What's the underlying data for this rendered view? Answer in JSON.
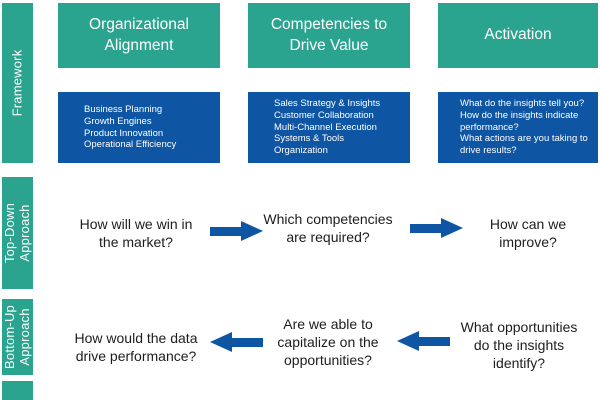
{
  "colors": {
    "teal": "#2aa38f",
    "blue": "#0e55a3",
    "question_text": "#1d1d1b",
    "panel_text": "#ffffff",
    "background": "#ffffff"
  },
  "sidebar": {
    "framework_label": "Framework",
    "top_down_label": "Top-Down\nApproach",
    "bottom_up_label": "Bottom-Up\nApproach"
  },
  "framework": {
    "columns": [
      {
        "header": "Organizational Alignment",
        "items": [
          "Business Planning",
          "Growth Engines",
          "Product Innovation",
          "Operational Efficiency"
        ]
      },
      {
        "header": "Competencies to Drive Value",
        "items": [
          "Sales Strategy & Insights",
          "Customer Collaboration",
          "Multi-Channel Execution",
          "Systems & Tools",
          "Organization"
        ]
      },
      {
        "header": "Activation",
        "items": [
          "What do the insights tell you?",
          "How do the insights indicate performance?",
          "What actions are you taking to drive results?"
        ]
      }
    ]
  },
  "top_down": {
    "questions": [
      "How will we win in the market?",
      "Which competencies are required?",
      "How can we improve?"
    ]
  },
  "bottom_up": {
    "questions": [
      "How would the data drive performance?",
      "Are we able to capitalize on the opportunities?",
      "What opportunities do the insights identify?"
    ]
  }
}
